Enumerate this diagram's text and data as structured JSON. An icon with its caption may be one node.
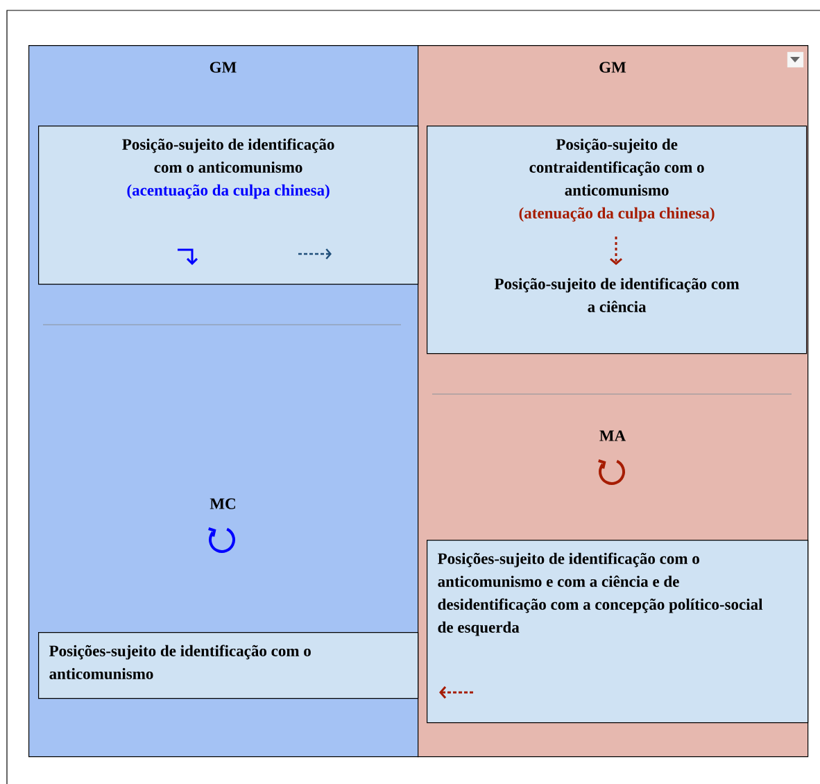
{
  "diagram": {
    "nodes": [
      {
        "text": [
          "GM",
          "MC"
        ]
      },
      {
        "text": [
          "GM",
          "MA"
        ]
      },
      {
        "text": [
          "Posição-sujeito de identificação com o anticomunismo",
          "(acentuação da culpa chinesa)"
        ],
        "in": 0
      },
      {
        "text": [
          "Posição-sujeito de contraidentificação com o anticomunismo",
          "(atenuação da culpa chinesa)",
          "Posição-sujeito de identificação com a ciência"
        ],
        "in": 1
      },
      {
        "text": [
          "Posições-sujeito de identificação com o anticomunismo"
        ],
        "in": 0
      },
      {
        "text": [
          "Posições-sujeito de identificação com o anticomunismo e com a ciência e de desidentificação com a concepção político-social de esquerda"
        ],
        "in": 1
      }
    ]
  }
}
